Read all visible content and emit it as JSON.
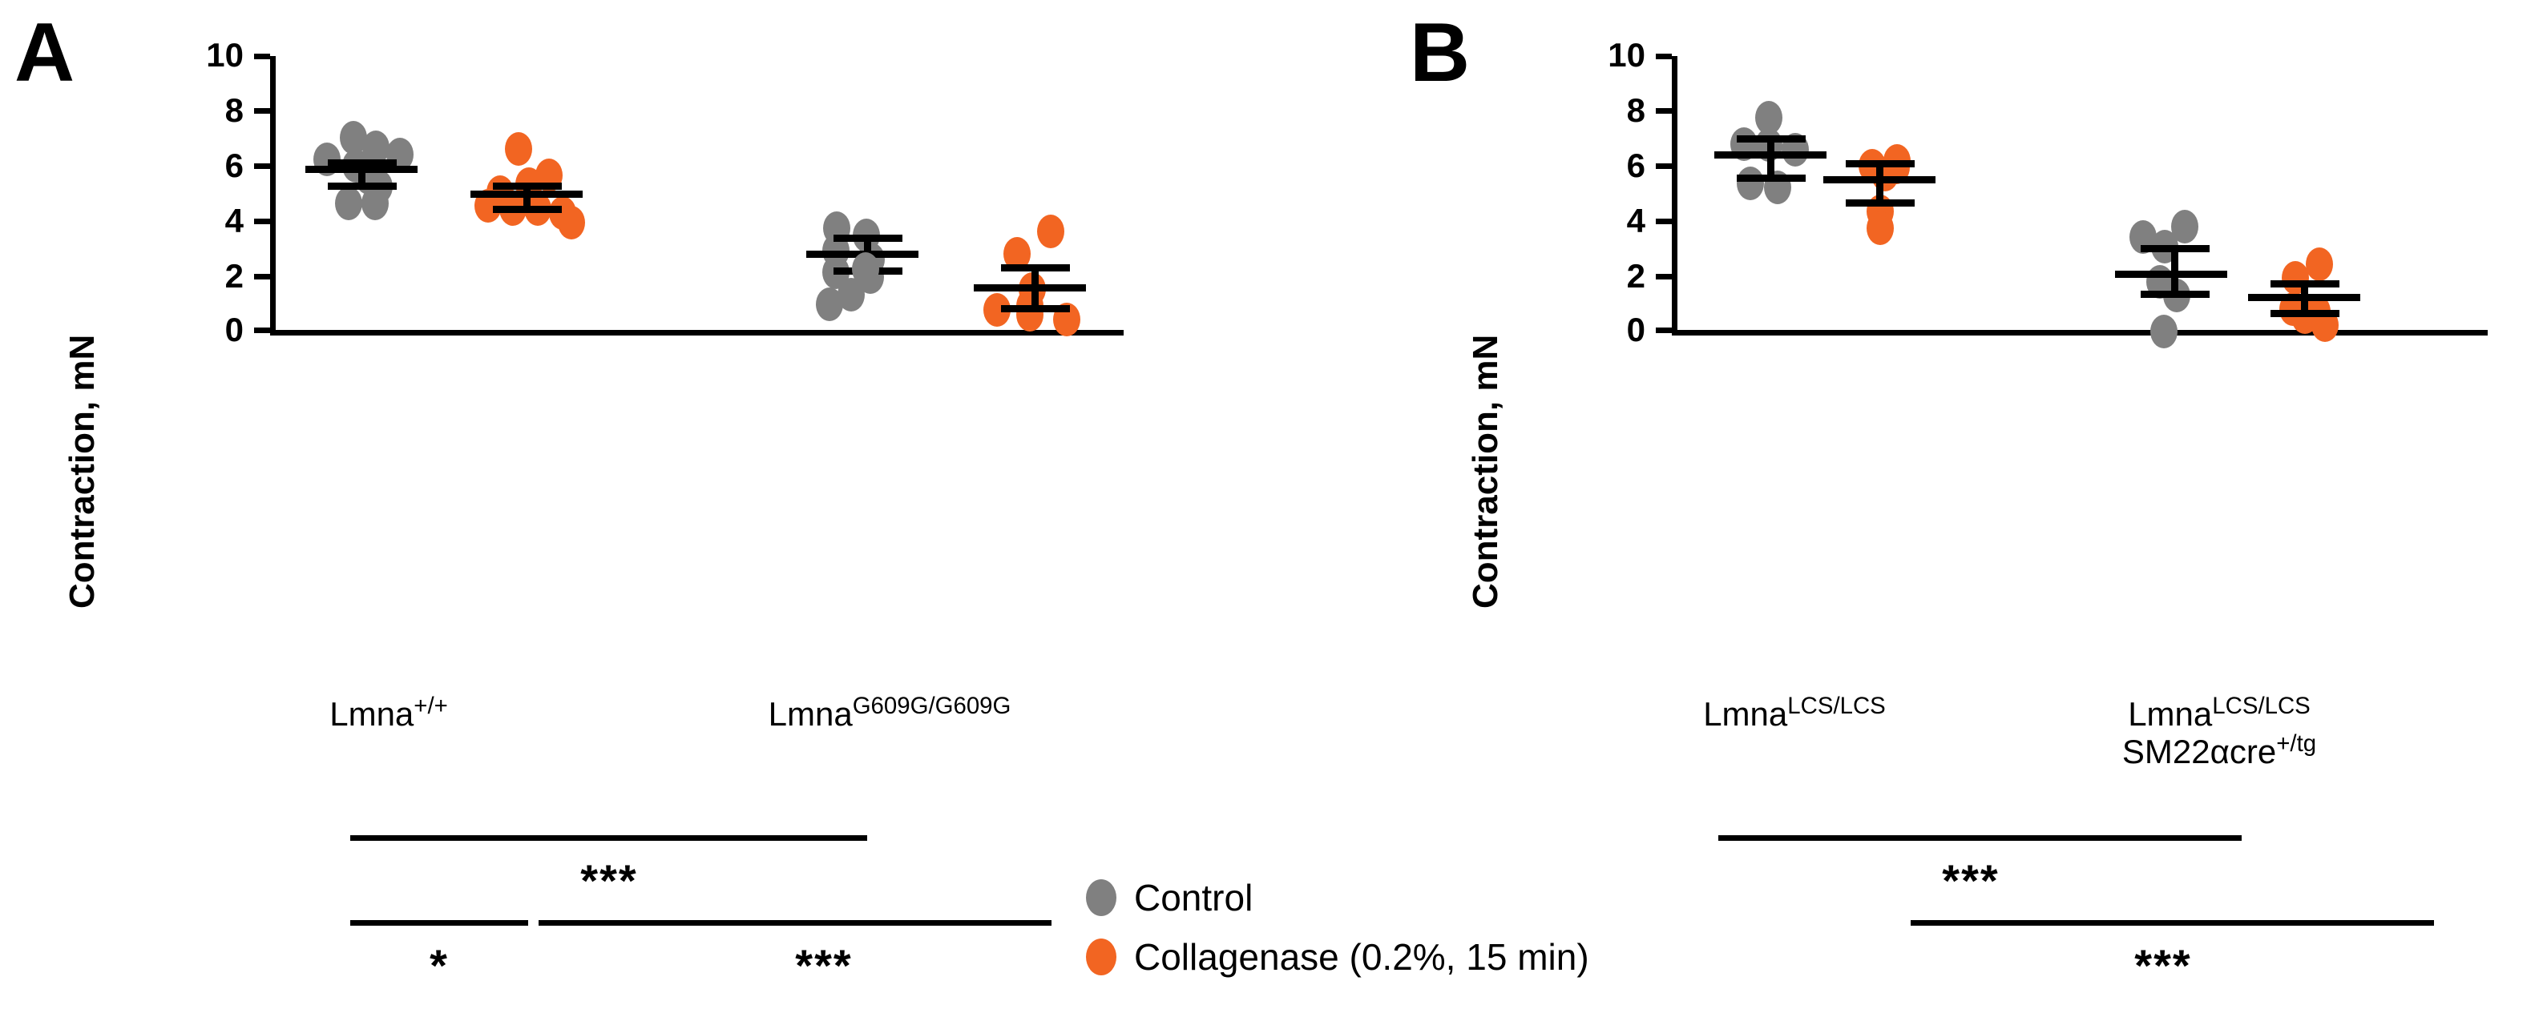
{
  "figure": {
    "panels": [
      {
        "letter": "A",
        "ylabel": "Contraction, mN",
        "yticks": [
          "10",
          "8",
          "6",
          "4",
          "2",
          "0"
        ],
        "xlabels": [
          {
            "base": "Lmna",
            "sup": "+/+",
            "line2": "",
            "line2_sup": ""
          },
          {
            "base": "Lmna",
            "sup": "G609G/G609G",
            "line2": "",
            "line2_sup": ""
          }
        ],
        "significance": [
          {
            "stars": "***"
          },
          {
            "stars": "*"
          },
          {
            "stars": "***"
          }
        ]
      },
      {
        "letter": "B",
        "ylabel": "Contraction, mN",
        "yticks": [
          "10",
          "8",
          "6",
          "4",
          "2",
          "0"
        ],
        "xlabels": [
          {
            "base": "Lmna",
            "sup": "LCS/LCS",
            "line2": "",
            "line2_sup": ""
          },
          {
            "base": "Lmna",
            "sup": "LCS/LCS",
            "line2": "SM22αcre",
            "line2_sup": "+/tg"
          }
        ],
        "significance": [
          {
            "stars": "***"
          },
          {
            "stars": "***"
          }
        ]
      }
    ]
  },
  "legend": {
    "items": [
      {
        "label": "Control",
        "color": "#808080",
        "marker": "circle-marker"
      },
      {
        "label": "Collagenase (0.2%, 15 min)",
        "color": "#F26522",
        "marker": "circle-marker"
      }
    ]
  },
  "colors": {
    "control": "#808080",
    "collagenase": "#F26522",
    "axis": "#000000",
    "background": "#FFFFFF"
  },
  "chart_data": [
    {
      "type": "scatter",
      "panel": "A",
      "title": "",
      "xlabel": "",
      "ylabel": "Contraction, mN",
      "ylim": [
        0,
        10
      ],
      "yticks": [
        0,
        2,
        4,
        6,
        8,
        10
      ],
      "grid": false,
      "legend_position": "bottom-center",
      "categories": [
        "Lmna+/+",
        "LmnaG609G/G609G"
      ],
      "groups": [
        {
          "category": "Lmna+/+",
          "series": "Control",
          "color": "#808080",
          "points": [
            6.1,
            6.9,
            6.55,
            6.3,
            6.15,
            5.75,
            5.45,
            4.85,
            4.85
          ],
          "mean": 6.0,
          "sem_upper": 6.2,
          "sem_lower": 5.75
        },
        {
          "category": "Lmna+/+",
          "series": "Collagenase (0.2%, 15 min)",
          "color": "#F26522",
          "points": [
            6.7,
            5.75,
            5.45,
            5.15,
            4.85,
            4.75,
            4.75,
            4.7,
            4.35
          ],
          "mean": 5.15,
          "sem_upper": 5.35,
          "sem_lower": 4.9
        },
        {
          "category": "LmnaG609G/G609G",
          "series": "Control",
          "color": "#808080",
          "points": [
            4.0,
            3.75,
            3.2,
            3.0,
            2.6,
            2.35,
            1.85,
            1.35
          ],
          "mean": 2.85,
          "sem_upper": 3.15,
          "sem_lower": 2.55
        },
        {
          "category": "LmnaG609G/G609G",
          "series": "Collagenase (0.2%, 15 min)",
          "color": "#F26522",
          "points": [
            3.8,
            3.2,
            2.55,
            1.6,
            1.25,
            1.1,
            0.8
          ],
          "mean": 1.95,
          "sem_upper": 2.35,
          "sem_lower": 1.6
        }
      ],
      "annotations": [
        {
          "stars": "***",
          "from": "Lmna+/+ Control",
          "to": "LmnaG609G/G609G Control"
        },
        {
          "stars": "*",
          "from": "Lmna+/+ Control",
          "to": "Lmna+/+ Collagenase"
        },
        {
          "stars": "***",
          "from": "LmnaG609G/G609G Control",
          "to": "LmnaG609G/G609G Collagenase"
        }
      ]
    },
    {
      "type": "scatter",
      "panel": "B",
      "title": "",
      "xlabel": "",
      "ylabel": "Contraction, mN",
      "ylim": [
        0,
        10
      ],
      "yticks": [
        0,
        2,
        4,
        6,
        8,
        10
      ],
      "grid": false,
      "legend_position": "bottom-center",
      "categories": [
        "LmnaLCS/LCS",
        "LmnaLCS/LCS SM22acre+/tg"
      ],
      "groups": [
        {
          "category": "LmnaLCS/LCS",
          "series": "Control",
          "color": "#808080",
          "points": [
            7.95,
            7.0,
            6.95,
            6.75,
            5.6,
            5.45
          ],
          "mean": 6.6,
          "sem_upper": 7.0,
          "sem_lower": 6.2
        },
        {
          "category": "LmnaLCS/LCS",
          "series": "Collagenase (0.2%, 15 min)",
          "color": "#F26522",
          "points": [
            6.5,
            6.35,
            6.3,
            6.05,
            4.7,
            4.1
          ],
          "mean": 5.7,
          "sem_upper": 6.1,
          "sem_lower": 5.25
        },
        {
          "category": "LmnaLCS/LCS SM22acre+/tg",
          "series": "Control",
          "color": "#808080",
          "points": [
            4.1,
            3.75,
            3.5,
            2.35,
            2.1,
            0.45
          ],
          "mean": 2.65,
          "sem_upper": 3.15,
          "sem_lower": 2.2
        },
        {
          "category": "LmnaLCS/LCS SM22acre+/tg",
          "series": "Collagenase (0.2%, 15 min)",
          "color": "#F26522",
          "points": [
            3.1,
            2.6,
            1.45,
            1.35,
            1.15,
            0.85
          ],
          "mean": 1.65,
          "sem_upper": 1.95,
          "sem_lower": 1.3
        }
      ],
      "annotations": [
        {
          "stars": "***",
          "from": "LmnaLCS/LCS Control",
          "to": "LmnaLCS/LCS SM22acre+/tg Control"
        },
        {
          "stars": "***",
          "from": "LmnaLCS/LCS SM22acre+/tg Control",
          "to": "LmnaLCS/LCS SM22acre+/tg Collagenase"
        }
      ]
    }
  ]
}
